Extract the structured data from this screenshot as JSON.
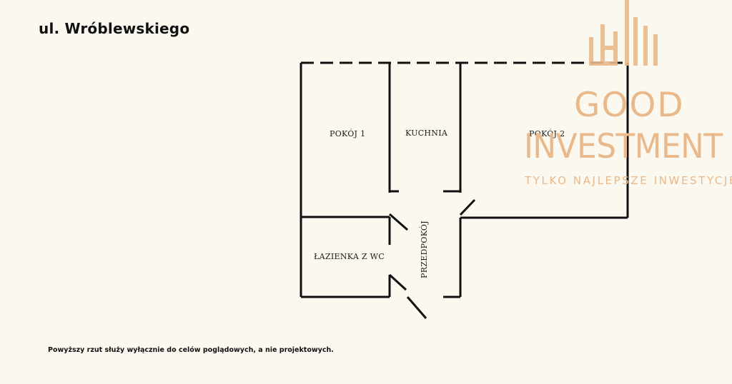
{
  "street": "ul. Wróblewskiego",
  "disclaimer": "Powyższy rzut służy wyłącznie do celów poglądowych, a nie projektowych.",
  "rooms": {
    "pokoj1": "POKÓJ 1",
    "kuchnia": "KUCHNIA",
    "pokoj2": "POKÓJ 2",
    "lazienka": "ŁAZIENKA Z WC",
    "przedpokoj": "PRZEDPOKÓJ"
  },
  "logo": {
    "line1": "GOOD",
    "line2": "INVESTMENT",
    "tagline": "TYLKO NAJLEPSZE INWESTYCJE",
    "color": "#e9b98b",
    "icon": "building-bars-icon"
  },
  "colors": {
    "background": "#fbf8ef",
    "walls": "#111111"
  }
}
